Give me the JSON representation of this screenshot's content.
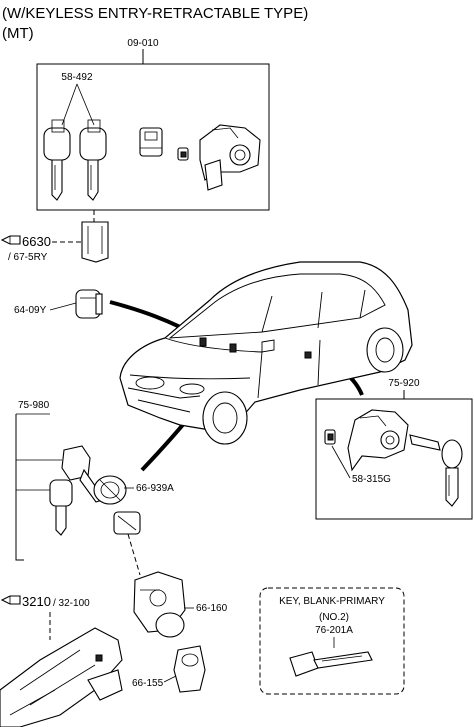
{
  "header": {
    "title_line1": "(W/KEYLESS ENTRY-RETRACTABLE TYPE)",
    "title_line2": "(MT)"
  },
  "callouts": {
    "kit_ref": "09-010",
    "key_pair": "58-492",
    "sleeve_ref_main": "6630",
    "sleeve_ref_sub": "/ 67-5RY",
    "cylinder": "64-09Y",
    "ignition_group": "75-980",
    "switch_ring": "66-939A",
    "lock_body": "66-160",
    "switch": "66-155",
    "column_ref_main": "3210",
    "column_ref_sub": "/ 32-100",
    "door_lock_group": "75-920",
    "door_lock_part": "58-315G"
  },
  "key_blank_box": {
    "title": "KEY, BLANK-PRIMARY",
    "note": "(NO.2)",
    "part_number": "76-201A"
  },
  "icons": [
    "hand-pointer-icon",
    "key-icon",
    "lock-cylinder-icon",
    "car-illustration"
  ]
}
